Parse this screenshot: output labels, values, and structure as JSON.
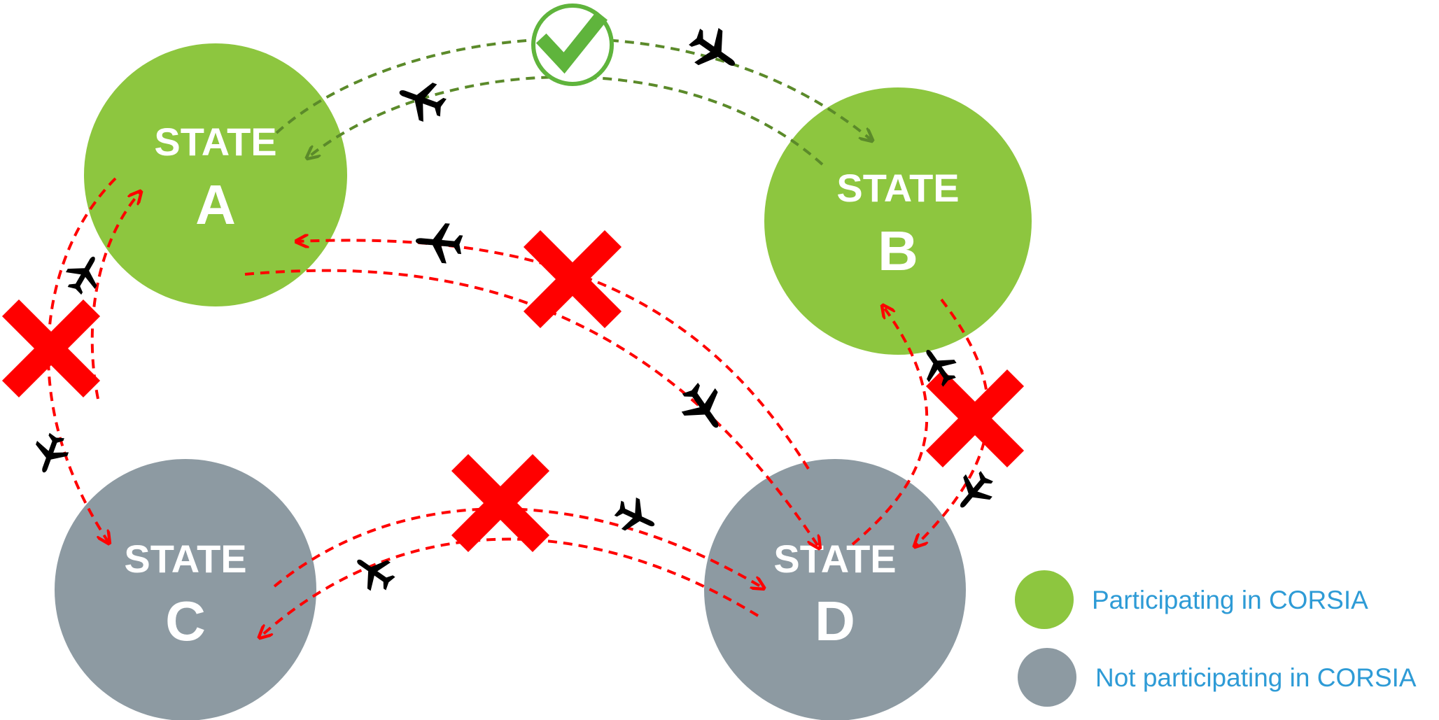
{
  "colors": {
    "participating": "#8dc63f",
    "not_participating": "#8d9aa2",
    "legend_text": "#2e9bd6",
    "allowed_route": "#5b8a2a",
    "blocked_route": "#ff0000",
    "check_ring": "#5fb43c",
    "cross": "#ff0000",
    "airplane": "#000000"
  },
  "states": [
    {
      "id": "A",
      "word": "STATE",
      "letter": "A",
      "status": "participating"
    },
    {
      "id": "B",
      "word": "STATE",
      "letter": "B",
      "status": "participating"
    },
    {
      "id": "C",
      "word": "STATE",
      "letter": "C",
      "status": "not_participating"
    },
    {
      "id": "D",
      "word": "STATE",
      "letter": "D",
      "status": "not_participating"
    }
  ],
  "routes": [
    {
      "from": "A",
      "to": "B",
      "covered": true,
      "marker": "check-icon"
    },
    {
      "from": "A",
      "to": "C",
      "covered": false,
      "marker": "cross-icon"
    },
    {
      "from": "A",
      "to": "D",
      "covered": false,
      "marker": "cross-icon"
    },
    {
      "from": "B",
      "to": "D",
      "covered": false,
      "marker": "cross-icon"
    },
    {
      "from": "C",
      "to": "D",
      "covered": false,
      "marker": "cross-icon"
    }
  ],
  "legend": {
    "participating_label": "Participating in CORSIA",
    "not_participating_label": "Not participating in CORSIA"
  }
}
